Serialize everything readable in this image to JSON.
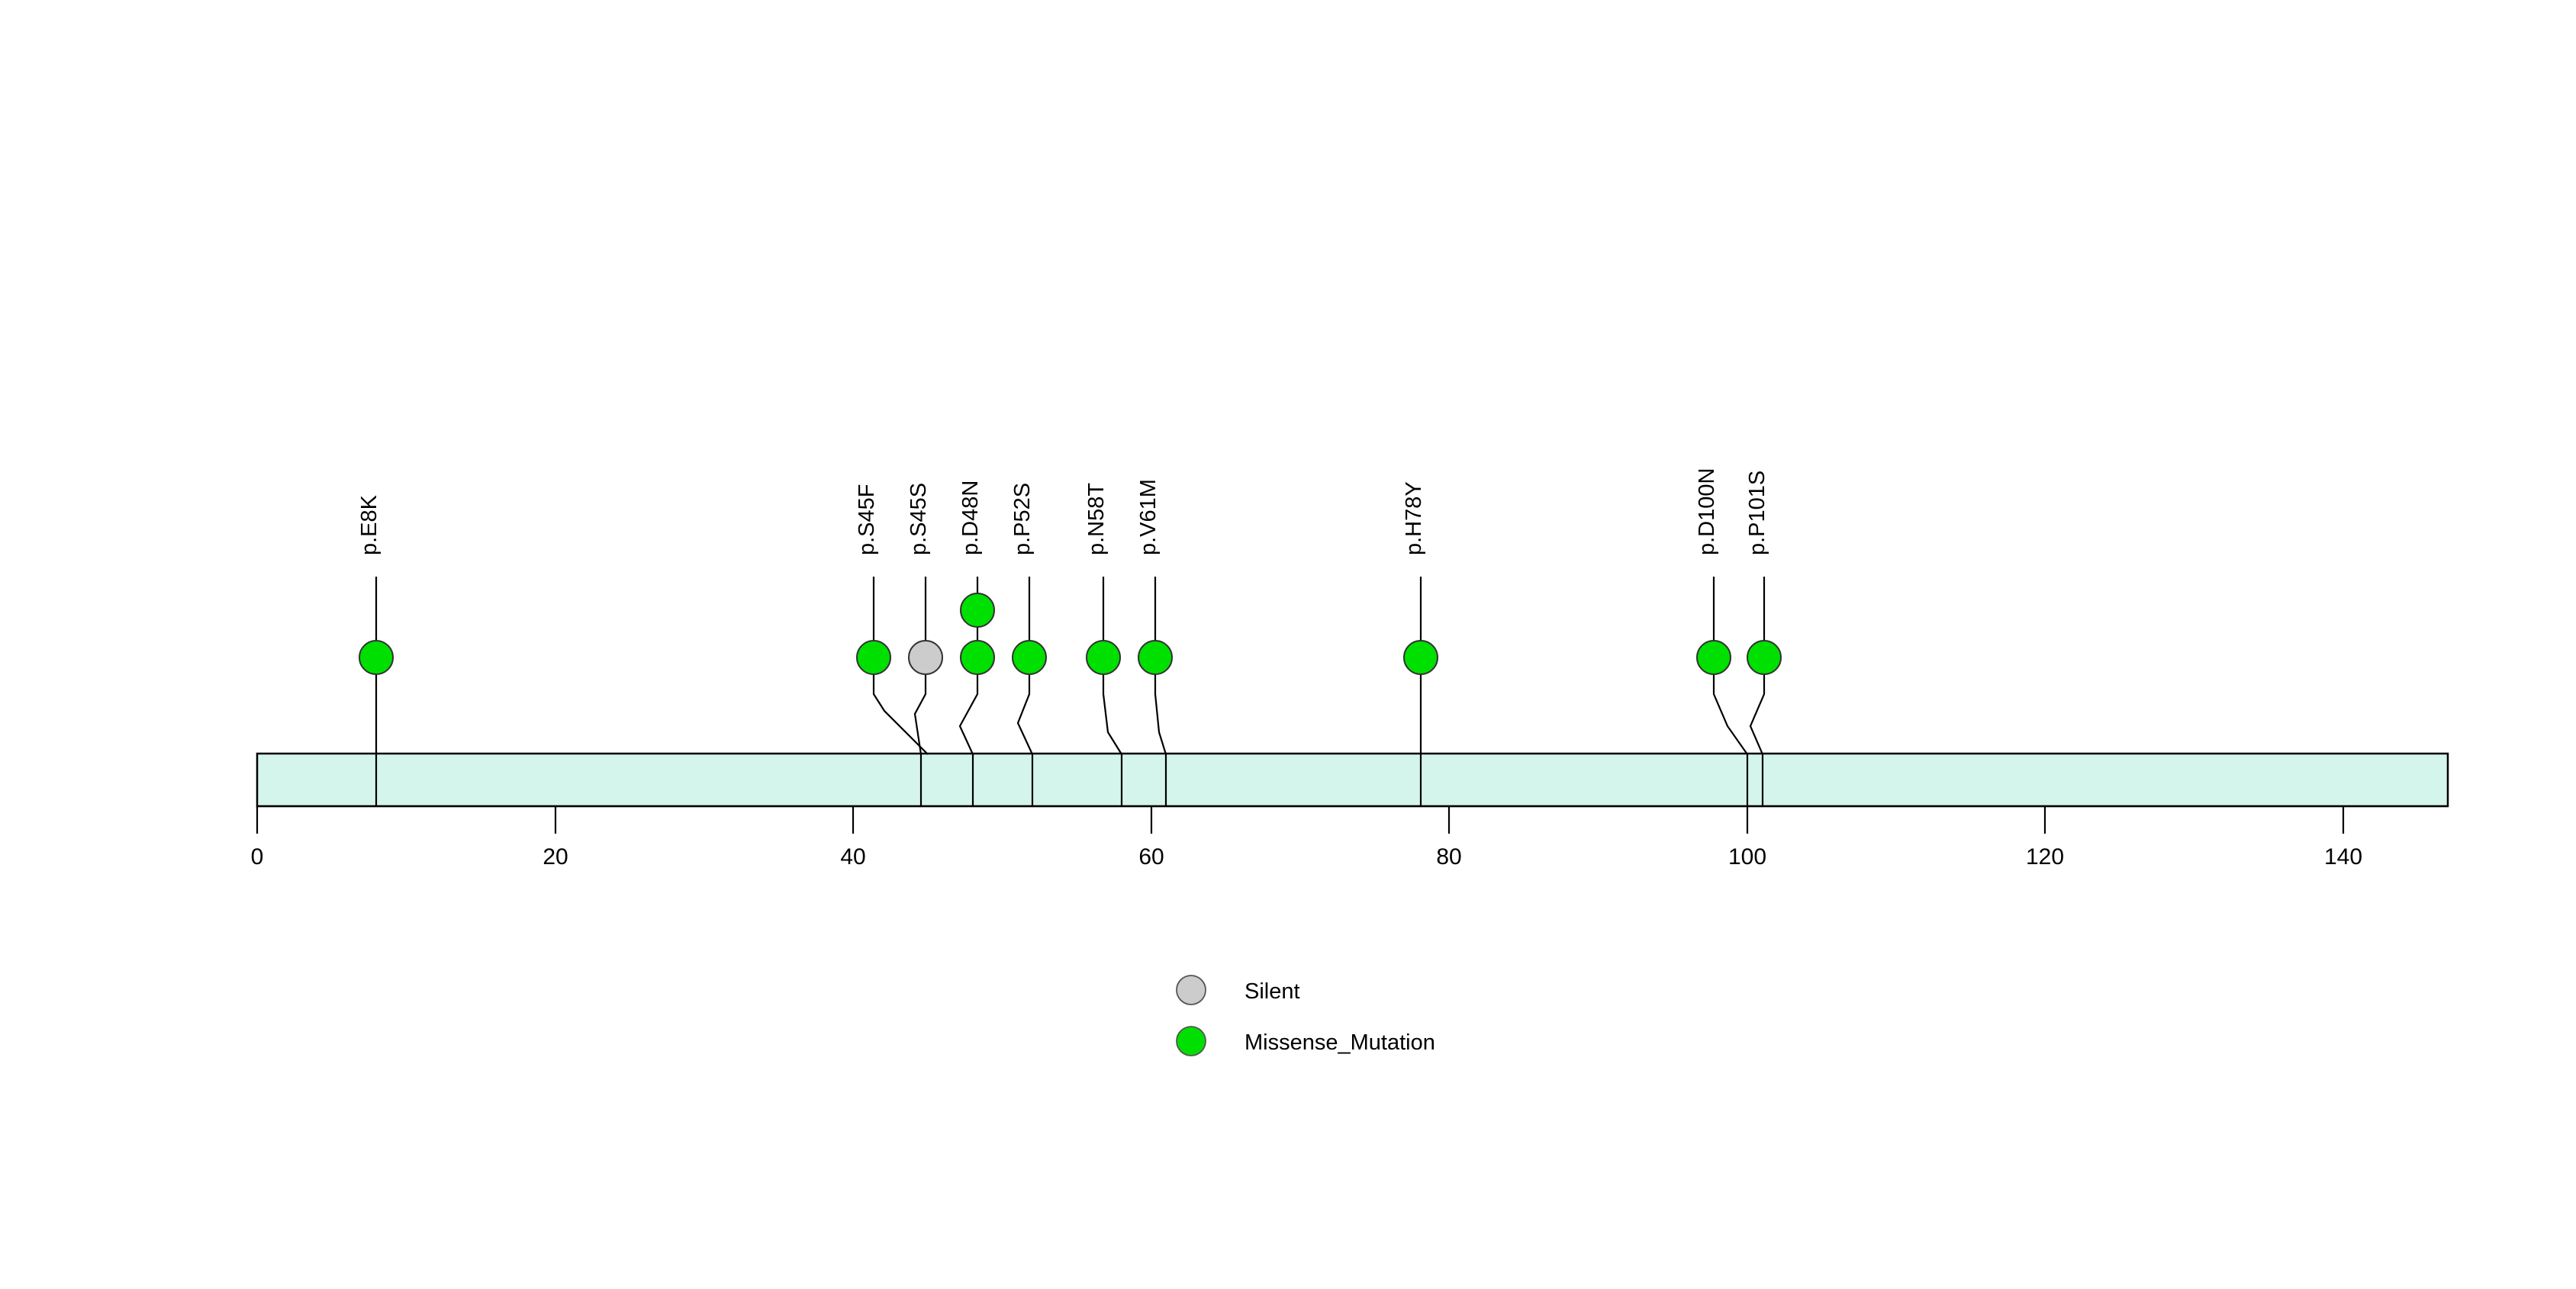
{
  "chart_data": {
    "type": "scatter",
    "plot_kind": "lollipop-protein-diagram",
    "title": "",
    "subtitle": "",
    "xlabel": "",
    "ylabel": "",
    "xlim": [
      0,
      147
    ],
    "grid": false,
    "protein": {
      "name": "",
      "length": 147,
      "start": 0,
      "end": 147,
      "fill_color": "#d4f5ec",
      "border_color": "#000000"
    },
    "axis": {
      "ticks": [
        0,
        20,
        40,
        60,
        80,
        100,
        120,
        140
      ],
      "tick_labels": [
        "0",
        "20",
        "40",
        "60",
        "80",
        "100",
        "120",
        "140"
      ]
    },
    "categories": [
      "p.E8K",
      "p.S45F",
      "p.S45S",
      "p.D48N",
      "p.P52S",
      "p.N58T",
      "p.V61M",
      "p.H78Y",
      "p.D100N",
      "p.P101S"
    ],
    "values": [
      1,
      1,
      1,
      2,
      1,
      1,
      1,
      1,
      1,
      1
    ],
    "mutations": [
      {
        "label": "p.E8K",
        "position": 8,
        "count": 1,
        "type": "Missense_Mutation",
        "color": "#00e000"
      },
      {
        "label": "p.S45F",
        "position": 45,
        "count": 1,
        "type": "Missense_Mutation",
        "color": "#00e000"
      },
      {
        "label": "p.S45S",
        "position": 45,
        "count": 1,
        "type": "Silent",
        "color": "#cccccc"
      },
      {
        "label": "p.D48N",
        "position": 48,
        "count": 2,
        "type": "Missense_Mutation",
        "color": "#00e000"
      },
      {
        "label": "p.P52S",
        "position": 52,
        "count": 1,
        "type": "Missense_Mutation",
        "color": "#00e000"
      },
      {
        "label": "p.N58T",
        "position": 58,
        "count": 1,
        "type": "Missense_Mutation",
        "color": "#00e000"
      },
      {
        "label": "p.V61M",
        "position": 61,
        "count": 1,
        "type": "Missense_Mutation",
        "color": "#00e000"
      },
      {
        "label": "p.H78Y",
        "position": 78,
        "count": 1,
        "type": "Missense_Mutation",
        "color": "#00e000"
      },
      {
        "label": "p.D100N",
        "position": 100,
        "count": 1,
        "type": "Missense_Mutation",
        "color": "#00e000"
      },
      {
        "label": "p.P101S",
        "position": 101,
        "count": 1,
        "type": "Missense_Mutation",
        "color": "#00e000"
      }
    ],
    "legend": {
      "position": "bottom-center",
      "entries": [
        {
          "label": "Silent",
          "color": "#cccccc"
        },
        {
          "label": "Missense_Mutation",
          "color": "#00e000"
        }
      ]
    }
  },
  "labels": {
    "mut_0": "p.E8K",
    "mut_1": "p.S45F",
    "mut_2": "p.S45S",
    "mut_3": "p.D48N",
    "mut_4": "p.P52S",
    "mut_5": "p.N58T",
    "mut_6": "p.V61M",
    "mut_7": "p.H78Y",
    "mut_8": "p.D100N",
    "mut_9": "p.P101S"
  },
  "axis_labels": {
    "t0": "0",
    "t1": "20",
    "t2": "40",
    "t3": "60",
    "t4": "80",
    "t5": "100",
    "t6": "120",
    "t7": "140"
  },
  "legend_labels": {
    "silent": "Silent",
    "missense": "Missense_Mutation"
  }
}
